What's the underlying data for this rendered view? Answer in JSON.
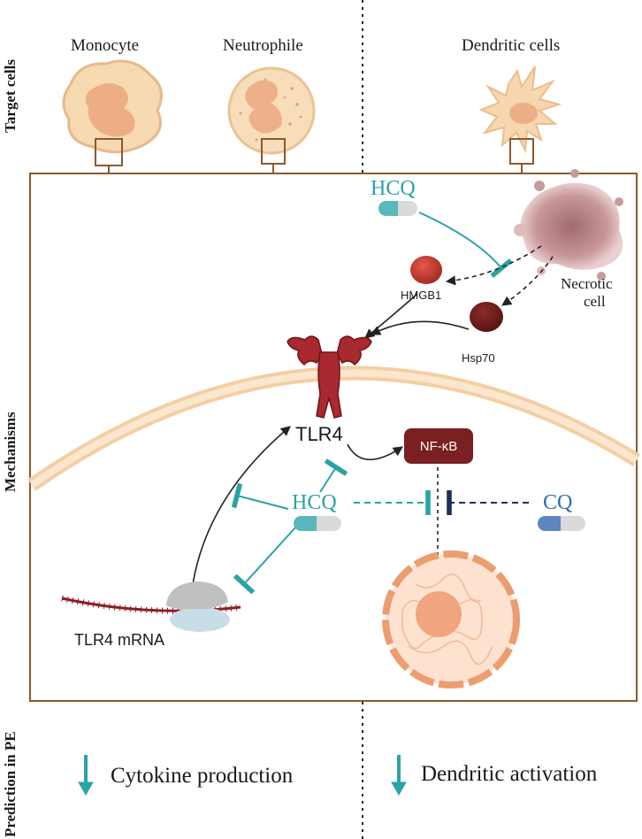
{
  "side_labels": {
    "top": "Target cells",
    "middle": "Mechanisms",
    "bottom": "Prediction in PE"
  },
  "target_cells": {
    "monocyte": "Monocyte",
    "neutrophile": "Neutrophile",
    "dendritic": "Dendritic cells"
  },
  "mechanisms": {
    "hcq_top": "HCQ",
    "necrotic": [
      "Necrotic",
      "cell"
    ],
    "hmgb1": "HMGB1",
    "hsp70": "Hsp70",
    "tlr4": "TLR4",
    "nfkb": "NF-κB",
    "hcq_mid": "HCQ",
    "cq": "CQ",
    "mrna": "TLR4 mRNA"
  },
  "predictions": {
    "left": "Cytokine production",
    "right": "Dendritic activation"
  },
  "colors": {
    "teal": "#2aa3a7",
    "blue": "#2e6fb0",
    "frame": "#8b5a2b",
    "tlr4": "#a8292e",
    "nfkb": "#7a1f22"
  }
}
